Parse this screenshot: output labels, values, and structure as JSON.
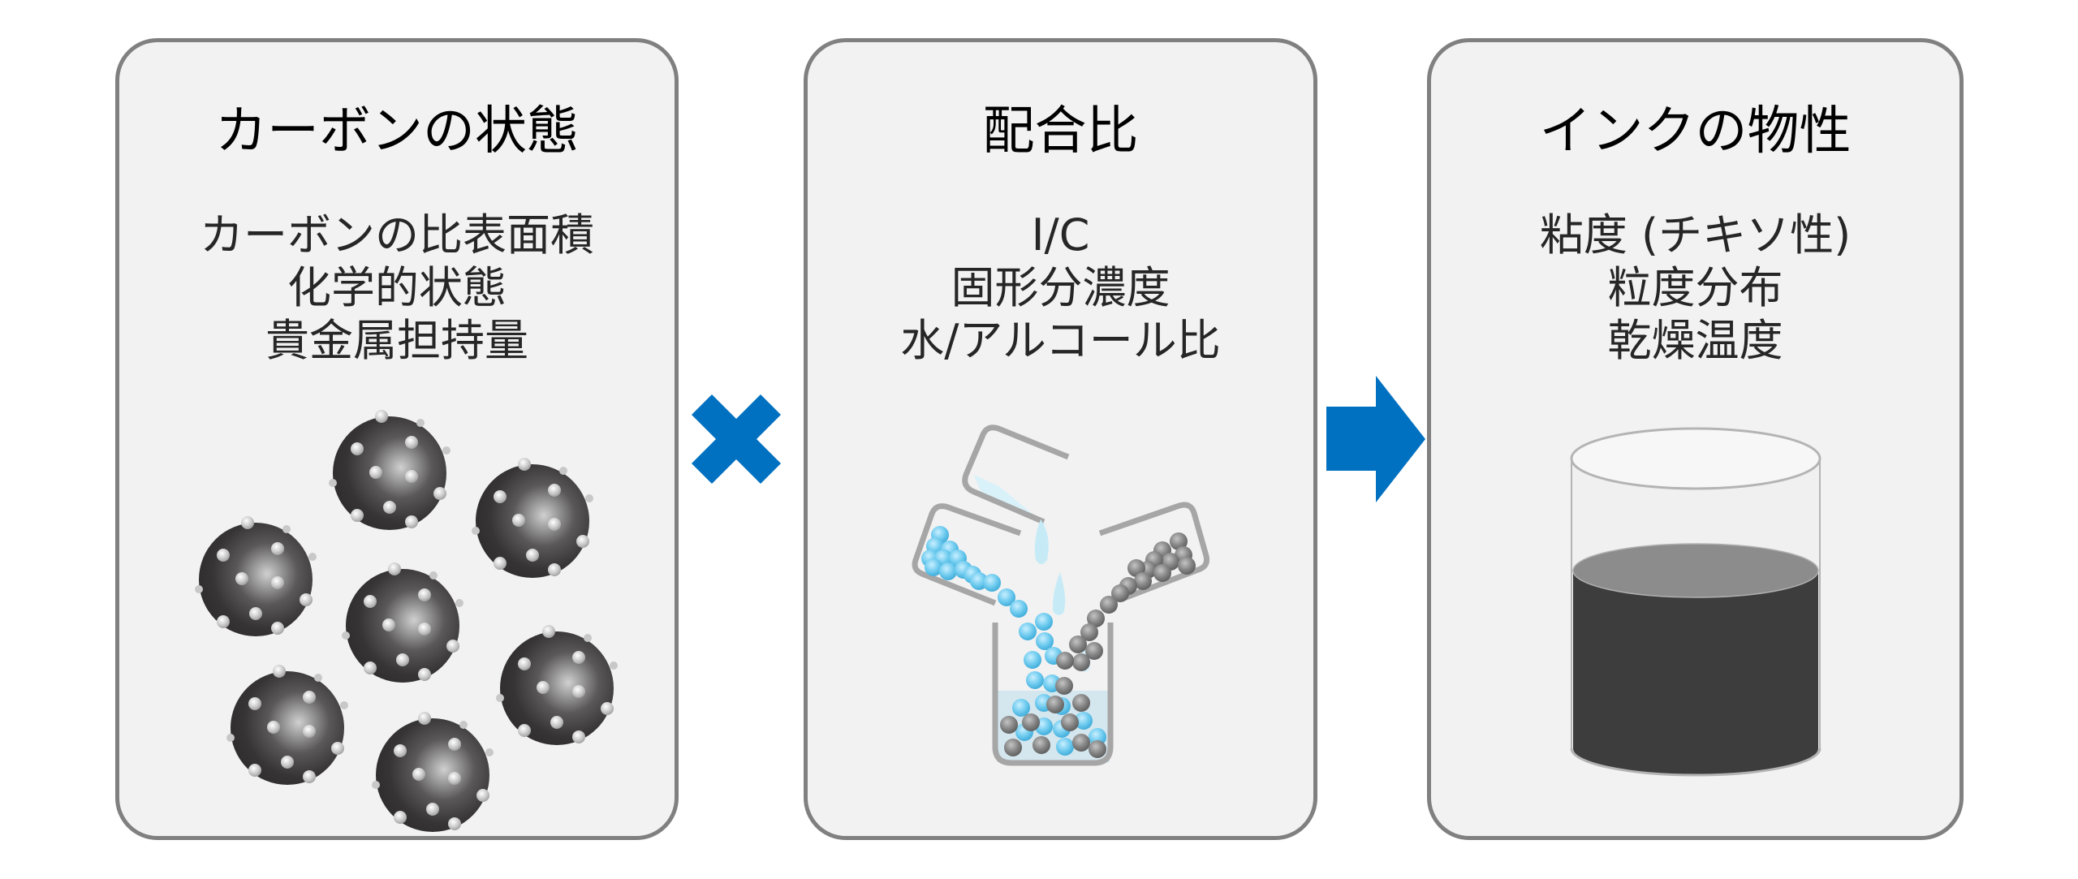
{
  "colors": {
    "accent_blue": "#0070c0",
    "card_fill": "#f2f2f2",
    "card_border": "#808080",
    "ink_dark": "#3d3d3d",
    "ink_surface": "#8c8c8c",
    "solvent_ball": "#5bc0e8",
    "carbon_ball": "#808080"
  },
  "cards": [
    {
      "title": "カーボンの状態",
      "lines": [
        "カーボンの比表面積",
        "化学的状態",
        "貴金属担持量"
      ],
      "illustration": "carbon-particles-with-precious-metal"
    },
    {
      "title": "配合比",
      "lines": [
        "I/C",
        "固形分濃度",
        "水/アルコール比"
      ],
      "illustration": "mixing-beakers"
    },
    {
      "title": "インクの物性",
      "lines": [
        "粘度 (チキソ性)",
        "粒度分布",
        "乾燥温度"
      ],
      "illustration": "ink-beaker"
    }
  ],
  "operators": [
    {
      "symbol": "×",
      "meaning": "multiply-icon"
    },
    {
      "symbol": "→",
      "meaning": "arrow-right-icon"
    }
  ]
}
